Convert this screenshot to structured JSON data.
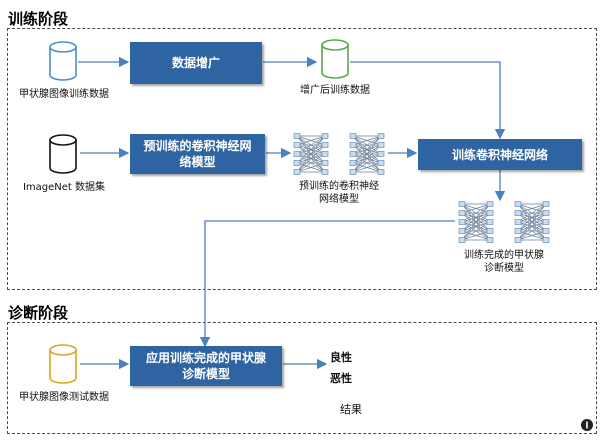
{
  "training": {
    "title": "训练阶段",
    "thyroid_train_data": "甲状腺图像训练数据",
    "augment": "数据增广",
    "augmented_data": "增广后训练数据",
    "imagenet_data": "ImageNet 数据集",
    "pretrain_line1": "预训练的卷积神经网",
    "pretrain_line2": "络模型",
    "pretrained_label_line1": "预训练的卷积神经",
    "pretrained_label_line2": "网络模型",
    "train_cnn": "训练卷积神经网络",
    "trained_label_line1": "训练完成的甲状腺",
    "trained_label_line2": "诊断模型"
  },
  "diagnosis": {
    "title": "诊断阶段",
    "apply_line1": "应用训练完成的甲状腺",
    "apply_line2": "诊断模型",
    "thyroid_test_data": "甲状腺图像测试数据",
    "benign": "良性",
    "malignant": "恶性",
    "result": "结果"
  },
  "colors": {
    "process_box": "#2f64a3",
    "arrow": "#4a7fc0",
    "cyl_train": "#4a8ed0",
    "cyl_augmented": "#5aa84a",
    "cyl_imagenet": "#111111",
    "cyl_test": "#d9a520"
  }
}
